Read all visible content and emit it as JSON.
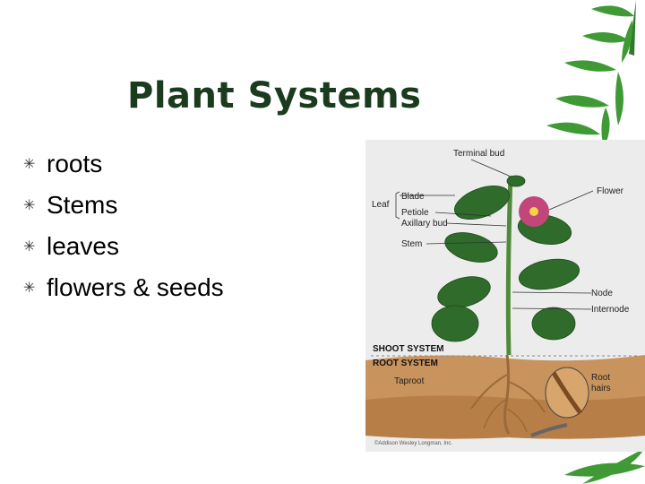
{
  "slide": {
    "title": "Plant Systems",
    "bullets": [
      "roots",
      "Stems",
      "leaves",
      "flowers & seeds"
    ]
  },
  "diagram": {
    "labels": {
      "terminal_bud": "Terminal bud",
      "flower": "Flower",
      "leaf": "Leaf",
      "blade": "Blade",
      "petiole": "Petiole",
      "axillary_bud": "Axillary bud",
      "stem": "Stem",
      "node": "Node",
      "internode": "Internode",
      "shoot_system": "SHOOT SYSTEM",
      "root_system": "ROOT SYSTEM",
      "taproot": "Taproot",
      "root_hairs_1": "Root",
      "root_hairs_2": "hairs",
      "copyright": "©Addison Wesley Longman, Inc."
    }
  },
  "colors": {
    "title": "#1a3b1e",
    "leaf_green": "#2f6b2a",
    "bamboo_green": "#3f9a35",
    "soil": "#c8935c",
    "flower": "#c2467a"
  },
  "icons": {
    "bullet": "asterisk-bullet-icon"
  }
}
